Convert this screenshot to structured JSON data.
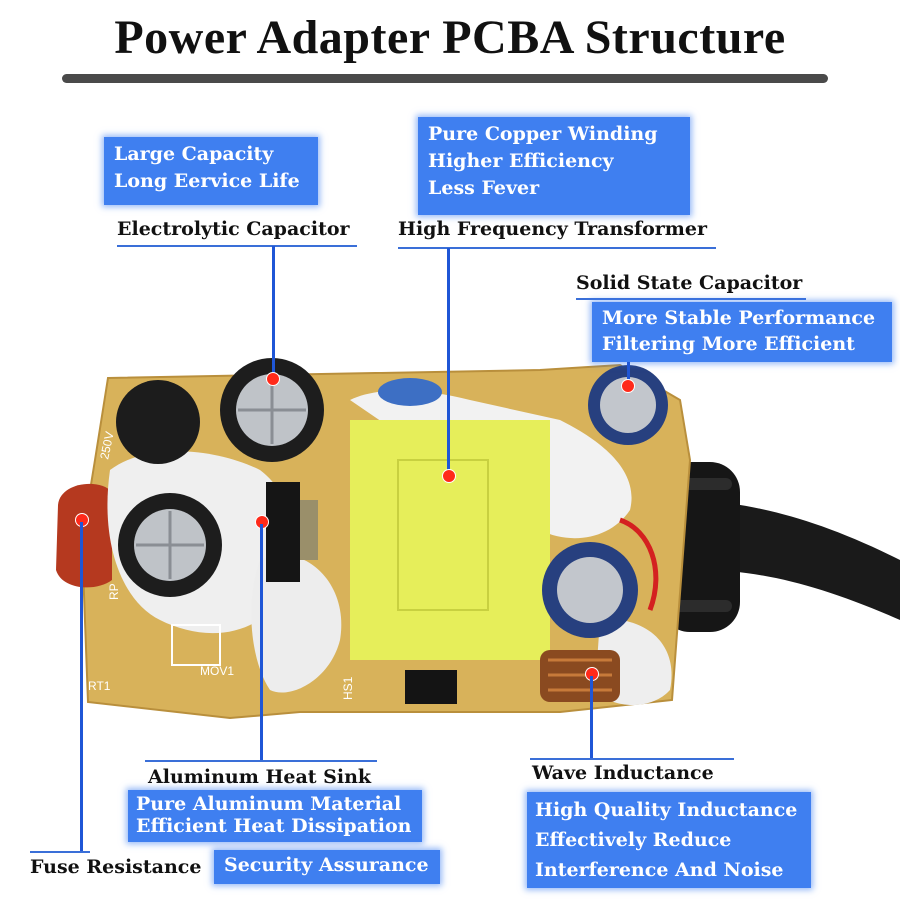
{
  "title": "Power Adapter PCBA Structure",
  "components": {
    "electrolytic_capacitor": {
      "label": "Electrolytic Capacitor",
      "features": [
        "Large Capacity",
        "Long Eervice Life"
      ]
    },
    "transformer": {
      "label": "High Frequency Transformer",
      "features": [
        "Pure Copper Winding",
        "Higher Efficiency",
        "Less Fever"
      ]
    },
    "solid_capacitor": {
      "label": "Solid State Capacitor",
      "features": [
        "More Stable Performance",
        "Filtering More Efficient"
      ]
    },
    "heat_sink": {
      "label": "Aluminum Heat Sink",
      "features": [
        "Pure Aluminum Material",
        "Efficient Heat Dissipation"
      ]
    },
    "inductance": {
      "label": "Wave Inductance",
      "features": [
        "High Quality Inductance",
        "Effectively Reduce",
        "Interference And Noise"
      ]
    },
    "fuse": {
      "label": "Fuse Resistance",
      "features": [
        "Security Assurance"
      ]
    }
  },
  "board_silkscreen": [
    "RT1",
    "MOV1",
    "HS1",
    "RP",
    "250V"
  ],
  "colors": {
    "callout_blue": "#3f7ff0",
    "leader_blue": "#1f56d6",
    "marker_red": "#ff2a1a",
    "pcb_tan": "#d8b25a",
    "transformer_yellow": "#e6ee5a"
  }
}
